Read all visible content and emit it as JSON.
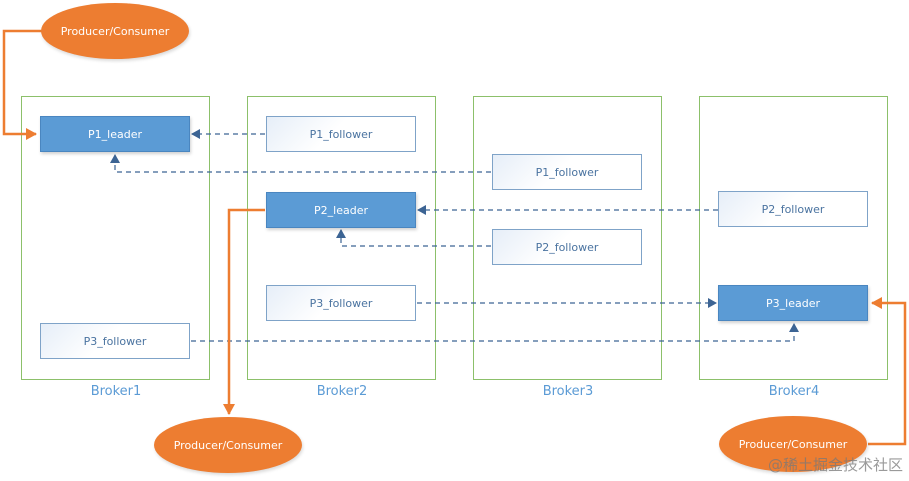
{
  "brokers": [
    {
      "label": "Broker1"
    },
    {
      "label": "Broker2"
    },
    {
      "label": "Broker3"
    },
    {
      "label": "Broker4"
    }
  ],
  "nodes": {
    "b1_p1_leader": "P1_leader",
    "b1_p3_follower": "P3_follower",
    "b2_p1_follower": "P1_follower",
    "b2_p2_leader": "P2_leader",
    "b2_p3_follower": "P3_follower",
    "b3_p1_follower": "P1_follower",
    "b3_p2_follower": "P2_follower",
    "b4_p2_follower": "P2_follower",
    "b4_p3_leader": "P3_leader"
  },
  "clients": {
    "top_left": "Producer/Consumer",
    "bottom_mid": "Producer/Consumer",
    "bottom_right": "Producer/Consumer"
  },
  "colors": {
    "leader": "#5b9bd5",
    "client": "#ed7d31",
    "broker_border": "#8cc06a",
    "replication_line": "#3c6494"
  },
  "watermark": "@稀土掘金技术社区"
}
